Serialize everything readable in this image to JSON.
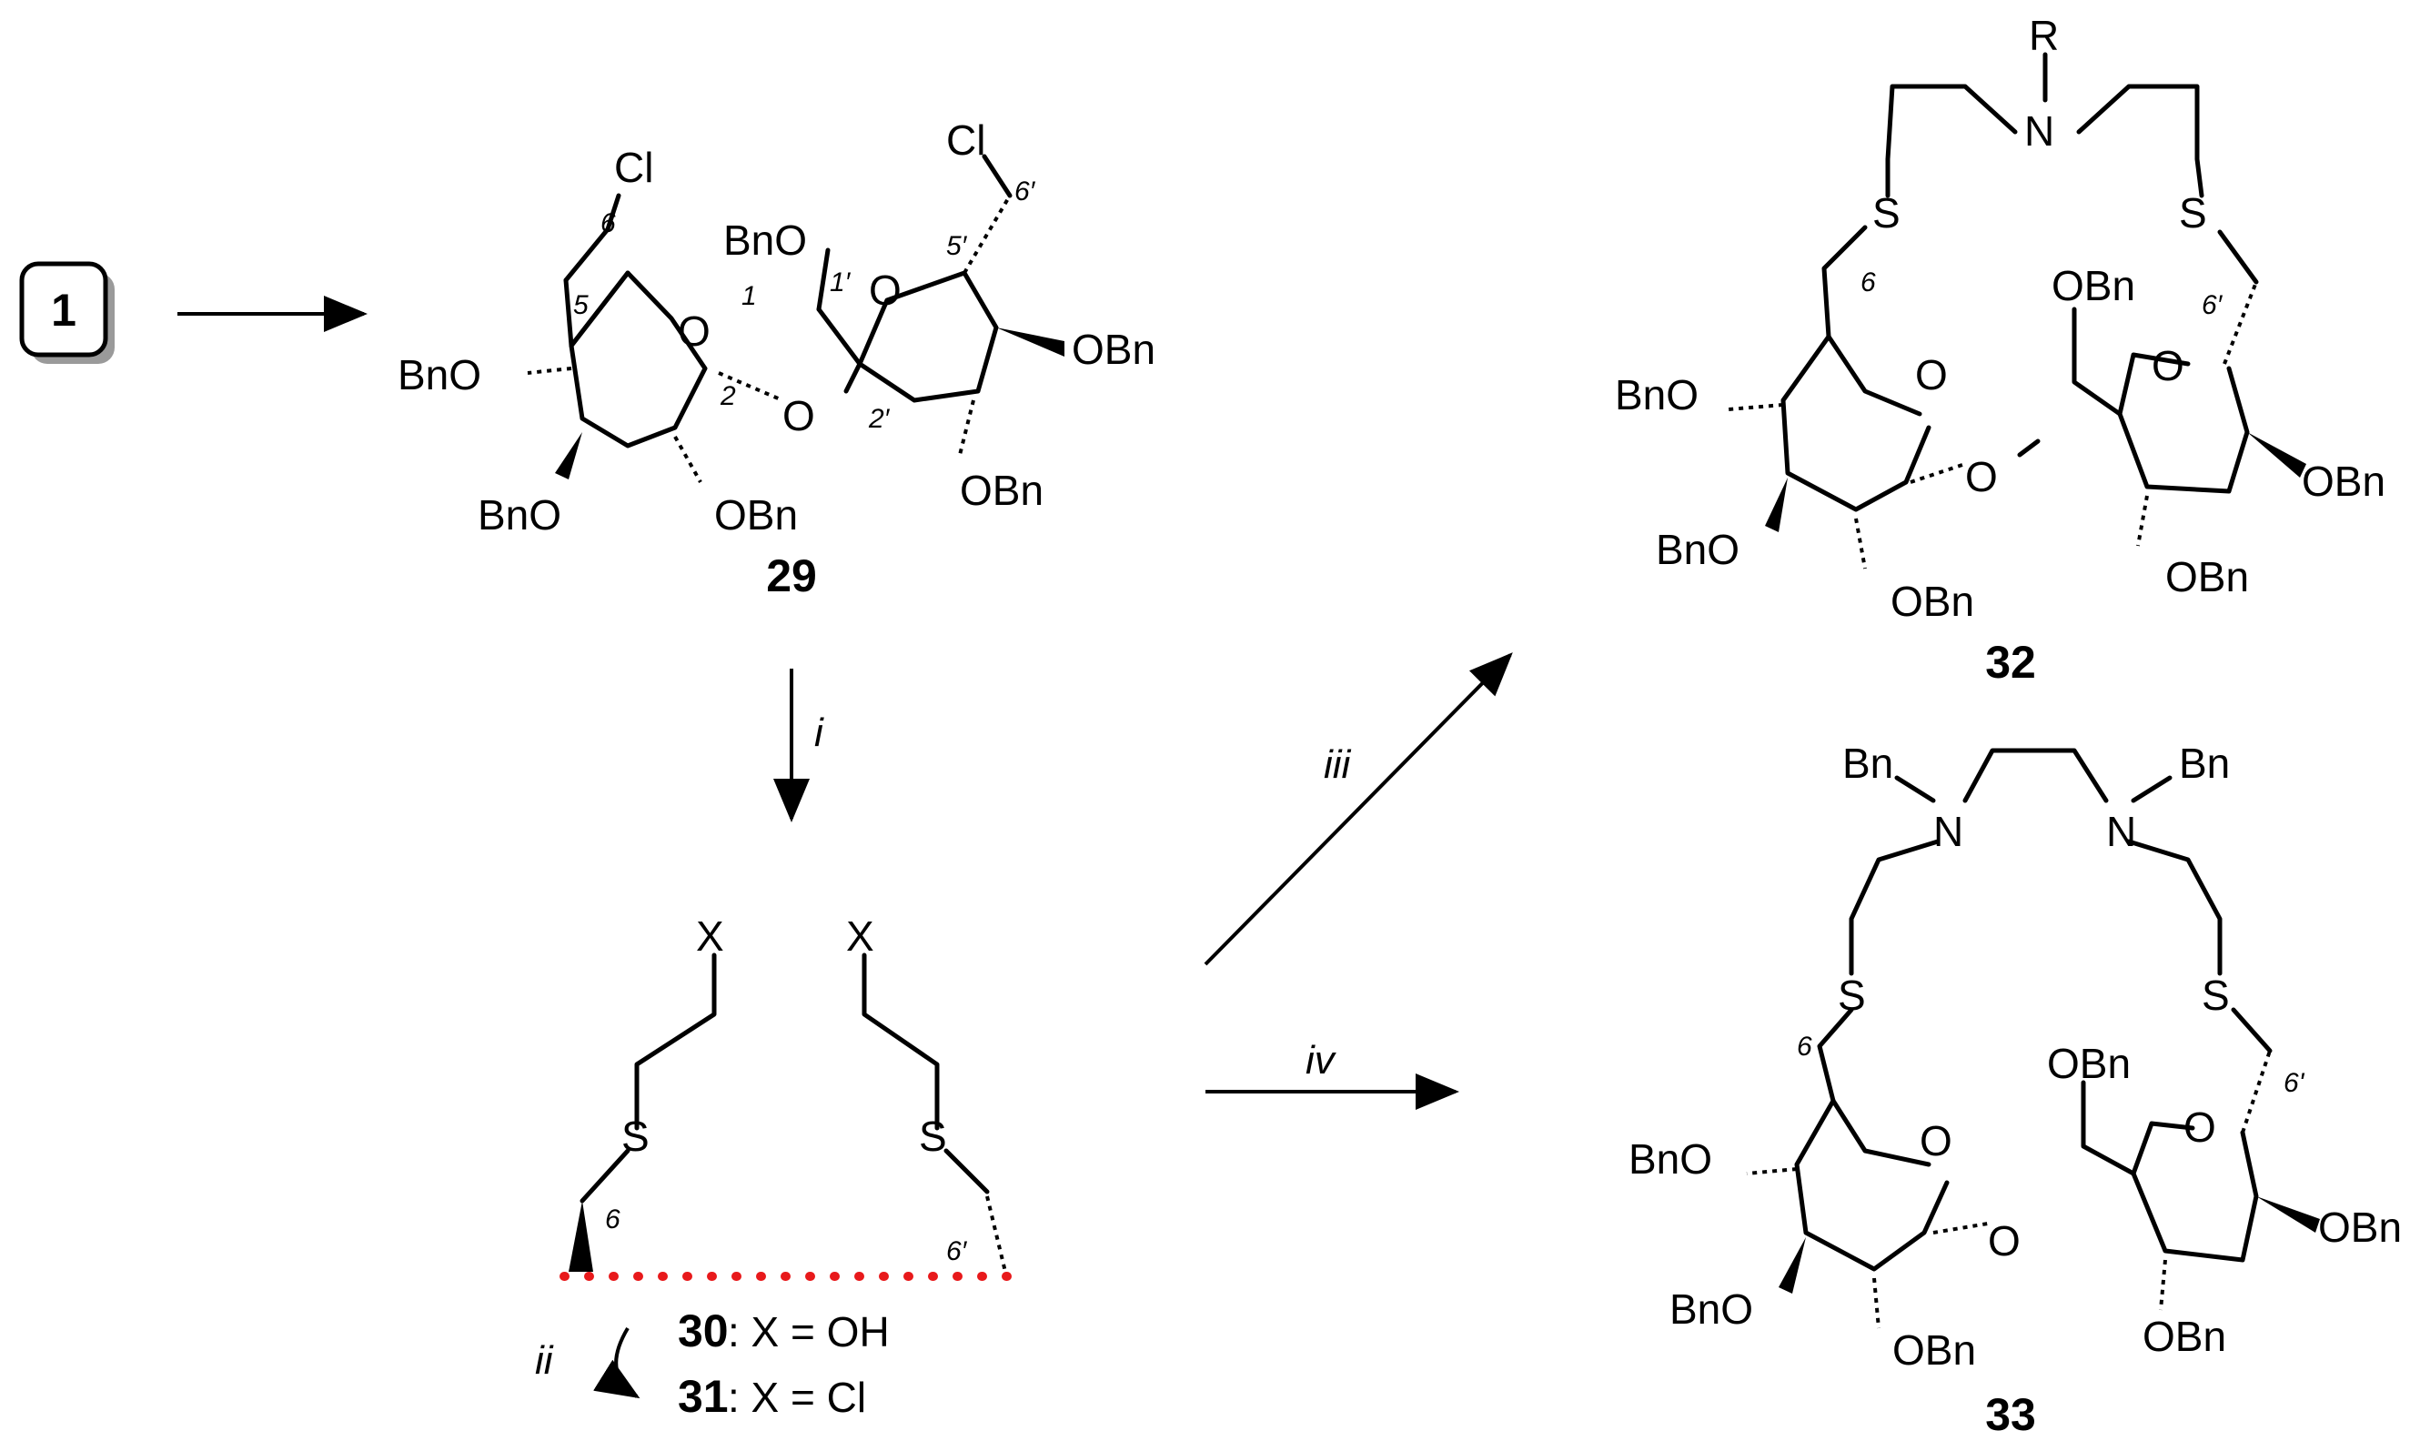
{
  "start": {
    "label": "1"
  },
  "compounds": {
    "c29": {
      "label": "29"
    },
    "c30": {
      "label": "30",
      "desc": ": X = OH"
    },
    "c31": {
      "label": "31",
      "desc": ": X = Cl"
    },
    "c32": {
      "label": "32"
    },
    "c33": {
      "label": "33"
    }
  },
  "reagents": {
    "i": "i",
    "ii": "ii",
    "iii": "iii",
    "iv": "iv"
  },
  "atoms": {
    "Cl": "Cl",
    "O": "O",
    "S": "S",
    "N": "N",
    "R": "R",
    "X": "X",
    "OBn": "OBn",
    "BnO": "BnO",
    "Bn": "Bn"
  },
  "positions": {
    "p1": "1",
    "p2": "2",
    "p5": "5",
    "p6": "6",
    "p1p": "1′",
    "p2p": "2′",
    "p5p": "5′",
    "p6p": "6′",
    "p6pa": "6'"
  },
  "colors": {
    "cut_line": "#e8191b",
    "ink": "#000000"
  }
}
